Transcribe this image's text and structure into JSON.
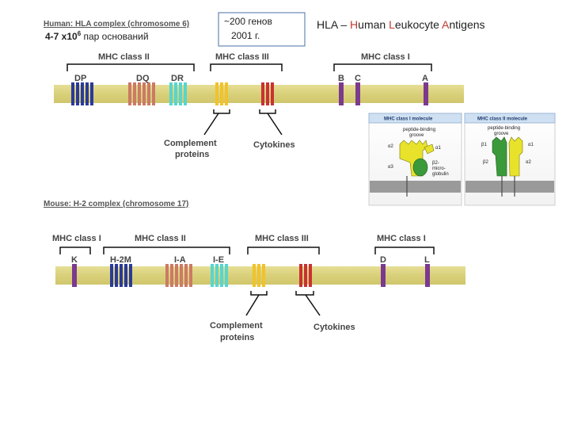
{
  "human": {
    "title": "Human: HLA complex (chromosome 6)",
    "size_prefix": "4-7 x10",
    "size_exp": "6",
    "size_suffix": " пар оснований",
    "class_ii_label": "MHC class II",
    "class_iii_label": "MHC class III",
    "class_i_label": "MHC class I",
    "genes": [
      "DP",
      "DQ",
      "DR",
      "B",
      "C",
      "A"
    ],
    "complement_line1": "Complement",
    "complement_line2": "proteins",
    "cytokines": "Cytokines"
  },
  "gene_count_box": {
    "line1": "~200 генов",
    "line2": "2001 г."
  },
  "hla_title": {
    "h": "H",
    "uman": "uman ",
    "l": "L",
    "eukocyte": "eukocyte ",
    "a": "A",
    "ntigens": "ntigens",
    "prefix": "HLA – "
  },
  "molecule_i": {
    "header": "MHC class I molecule",
    "groove_line1": "peptide-binding",
    "groove_line2": "groove",
    "a1": "α1",
    "a2": "α2",
    "a3": "α3",
    "b2_line1": "β2-",
    "b2_line2": "micro-",
    "b2_line3": "globulin"
  },
  "molecule_ii": {
    "header": "MHC class II molecule",
    "groove_line1": "peptide-binding",
    "groove_line2": "groove",
    "b1": "β1",
    "a1": "α1",
    "b2": "β2",
    "a2": "α2"
  },
  "mouse": {
    "title": "Mouse: H-2 complex (chromosome 17)",
    "class_i_left": "MHC class I",
    "class_ii_label": "MHC class II",
    "class_iii_label": "MHC class III",
    "class_i_right": "MHC class I",
    "genes": [
      "K",
      "H-2M",
      "I-A",
      "I-E",
      "D",
      "L"
    ],
    "complement_line1": "Complement",
    "complement_line2": "proteins",
    "cytokines": "Cytokines"
  },
  "colors": {
    "chromosome": "#dcd585",
    "dp_blue": "#2a3a9a",
    "dq_salmon": "#cc7a66",
    "dr_cyan": "#56d6cf",
    "complement_yellow": "#f1c22a",
    "cytokine_red": "#c83232",
    "class_i_purple": "#7b3a8e",
    "molecule_yellow": "#e8e22a",
    "molecule_green": "#3a9a3a",
    "membrane": "#9a9a9a"
  }
}
